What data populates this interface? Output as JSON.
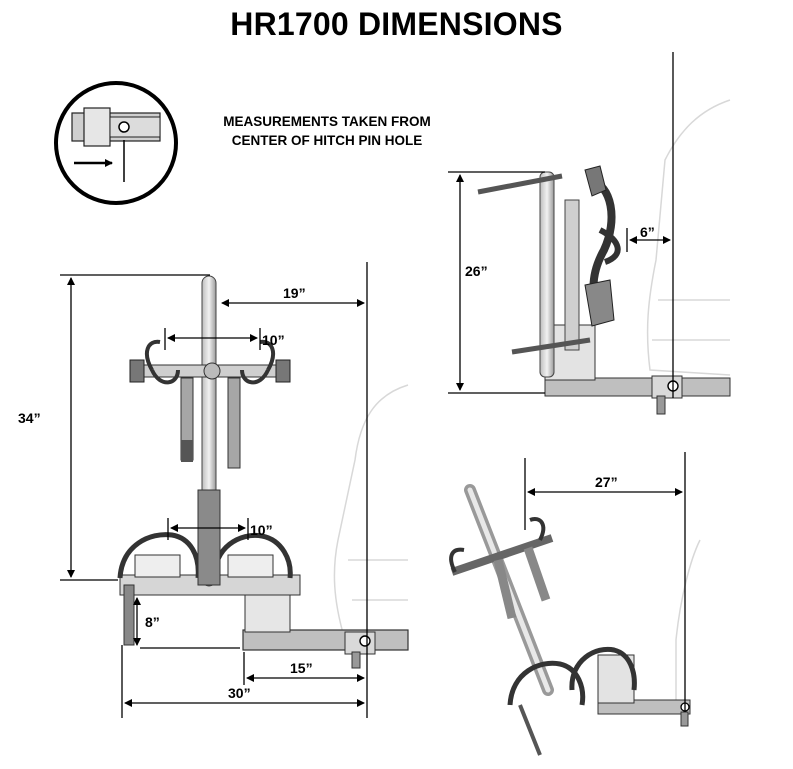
{
  "title": "HR1700 DIMENSIONS",
  "note": {
    "line1": "MEASUREMENTS TAKEN FROM",
    "line2": "CENTER OF HITCH PIN HOLE"
  },
  "dimensions": {
    "height_upright": "34”",
    "pole_to_pin": "19”",
    "cradle_spacing_top": "10”",
    "cradle_spacing_bottom": "10”",
    "ground_clearance": "8”",
    "tray_to_pin": "15”",
    "overall_length": "30”",
    "folded_height": "26”",
    "folded_clearance": "6”",
    "tilted_length": "27”"
  },
  "icons": {
    "inset": "hitch-pin-inset-icon",
    "upright": "rack-upright-illustration",
    "folded": "rack-folded-illustration",
    "tilted": "rack-tilted-illustration",
    "car": "vehicle-rear-outline"
  }
}
